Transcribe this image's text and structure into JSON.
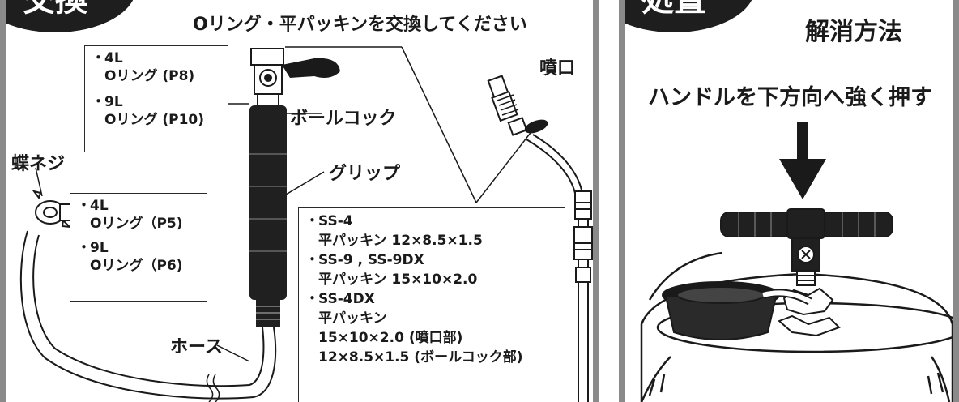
{
  "left": {
    "badge": "交換",
    "title": "Oリング・平パッキンを交換してください",
    "labels": {
      "nozzle": "噴口",
      "ball_cock": "ボールコック",
      "grip": "グリップ",
      "wing_screw": "蝶ネジ",
      "hose": "ホース"
    },
    "box_ball_cock": [
      {
        "bullet": "・",
        "size": "4L",
        "part": "Oリング (P8)"
      },
      {
        "bullet": "・",
        "size": "9L",
        "part": "Oリング (P10)"
      }
    ],
    "box_wing_screw": [
      {
        "bullet": "・",
        "size": "4L",
        "part": "Oリング（P5)"
      },
      {
        "bullet": "・",
        "size": "9L",
        "part": "Oリング（P6)"
      }
    ],
    "box_packing": {
      "item1_model": "SS-4",
      "item1_spec": "平パッキン 12×8.5×1.5",
      "item2_model": "SS-9 , SS-9DX",
      "item2_spec": "平パッキン 15×10×2.0",
      "item3_model": "SS-4DX",
      "item3_spec": "平パッキン",
      "item3_line1": "15×10×2.0 (噴口部)",
      "item3_line2": "12×8.5×1.5 (ボールコック部)",
      "bullet": "・"
    }
  },
  "right": {
    "badge": "処置",
    "title": "解消方法",
    "instruction": "ハンドルを下方向へ強く押す"
  },
  "colors": {
    "frame": "#8a8a8a",
    "ink": "#1a1a1a",
    "badge": "#1e1e1e",
    "grip_black": "#202020"
  }
}
